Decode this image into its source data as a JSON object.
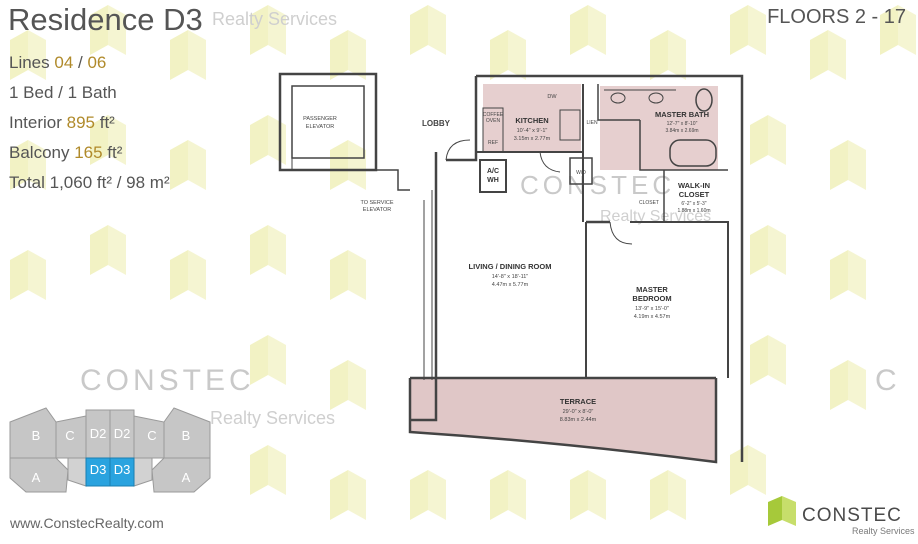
{
  "header": {
    "title": "Residence D3",
    "floors": "FLOORS 2 - 17"
  },
  "info": {
    "lines_prefix": "Lines ",
    "lines_a": "04",
    "lines_sep": " / ",
    "lines_b": "06",
    "bed_bath": "1 Bed / 1 Bath",
    "interior_label": "Interior ",
    "interior_value": "895",
    "interior_unit": " ft²",
    "balcony_label": "Balcony ",
    "balcony_value": "165",
    "balcony_unit": " ft²",
    "total": "Total 1,060 ft² / 98 m²"
  },
  "plan": {
    "passenger_elevator": [
      "PASSENGER",
      "ELEVATOR"
    ],
    "lobby": "LOBBY",
    "to_service_elevator": [
      "TO SERVICE",
      "ELEVATOR"
    ],
    "coffee_oven": [
      "COFFEE",
      "OVEN"
    ],
    "ref": "REF",
    "dw": "DW",
    "kitchen": "KITCHEN",
    "kitchen_dim1": "10'-4\" x 9'-1\"",
    "kitchen_dim2": "3.15m x 2.77m",
    "linen": "LIEN",
    "master_bath": "MASTER BATH",
    "master_bath_dim1": "12'-7\" x 8'-10\"",
    "master_bath_dim2": "3.84m x 2.69m",
    "ac_wh": [
      "A/C",
      "WH"
    ],
    "wd": "W/D",
    "closet": "CLOSET",
    "walkin": [
      "WALK-IN",
      "CLOSET"
    ],
    "walkin_dim1": "6'-2\" x 5'-3\"",
    "walkin_dim2": "1.88m x 1.60m",
    "living": "LIVING / DINING ROOM",
    "living_dim1": "14'-8\" x 18'-11\"",
    "living_dim2": "4.47m x 5.77m",
    "master_bedroom": [
      "MASTER",
      "BEDROOM"
    ],
    "master_bedroom_dim1": "13'-9\" x 15'-0\"",
    "master_bedroom_dim2": "4.19m x 4.57m",
    "terrace": "TERRACE",
    "terrace_dim1": "29'-0\" x 8'-0\"",
    "terrace_dim2": "8.83m x 2.44m"
  },
  "keyplan": {
    "units": [
      "B",
      "C",
      "D2",
      "D2",
      "C",
      "B",
      "A",
      "D3",
      "D3",
      "A"
    ],
    "highlight_color": "#2aa3df"
  },
  "watermark": {
    "brand": "CONSTEC",
    "sub": "Realty Services"
  },
  "footer": {
    "url": "www.ConstecRealty.com",
    "logo_brand": "CONSTEC",
    "logo_sub": "Realty Services"
  },
  "colors": {
    "hex_pattern": "#f2f2c4",
    "room_fill": "#e0c7c7",
    "wall": "#444444",
    "logo_green": "#a6c93a"
  }
}
